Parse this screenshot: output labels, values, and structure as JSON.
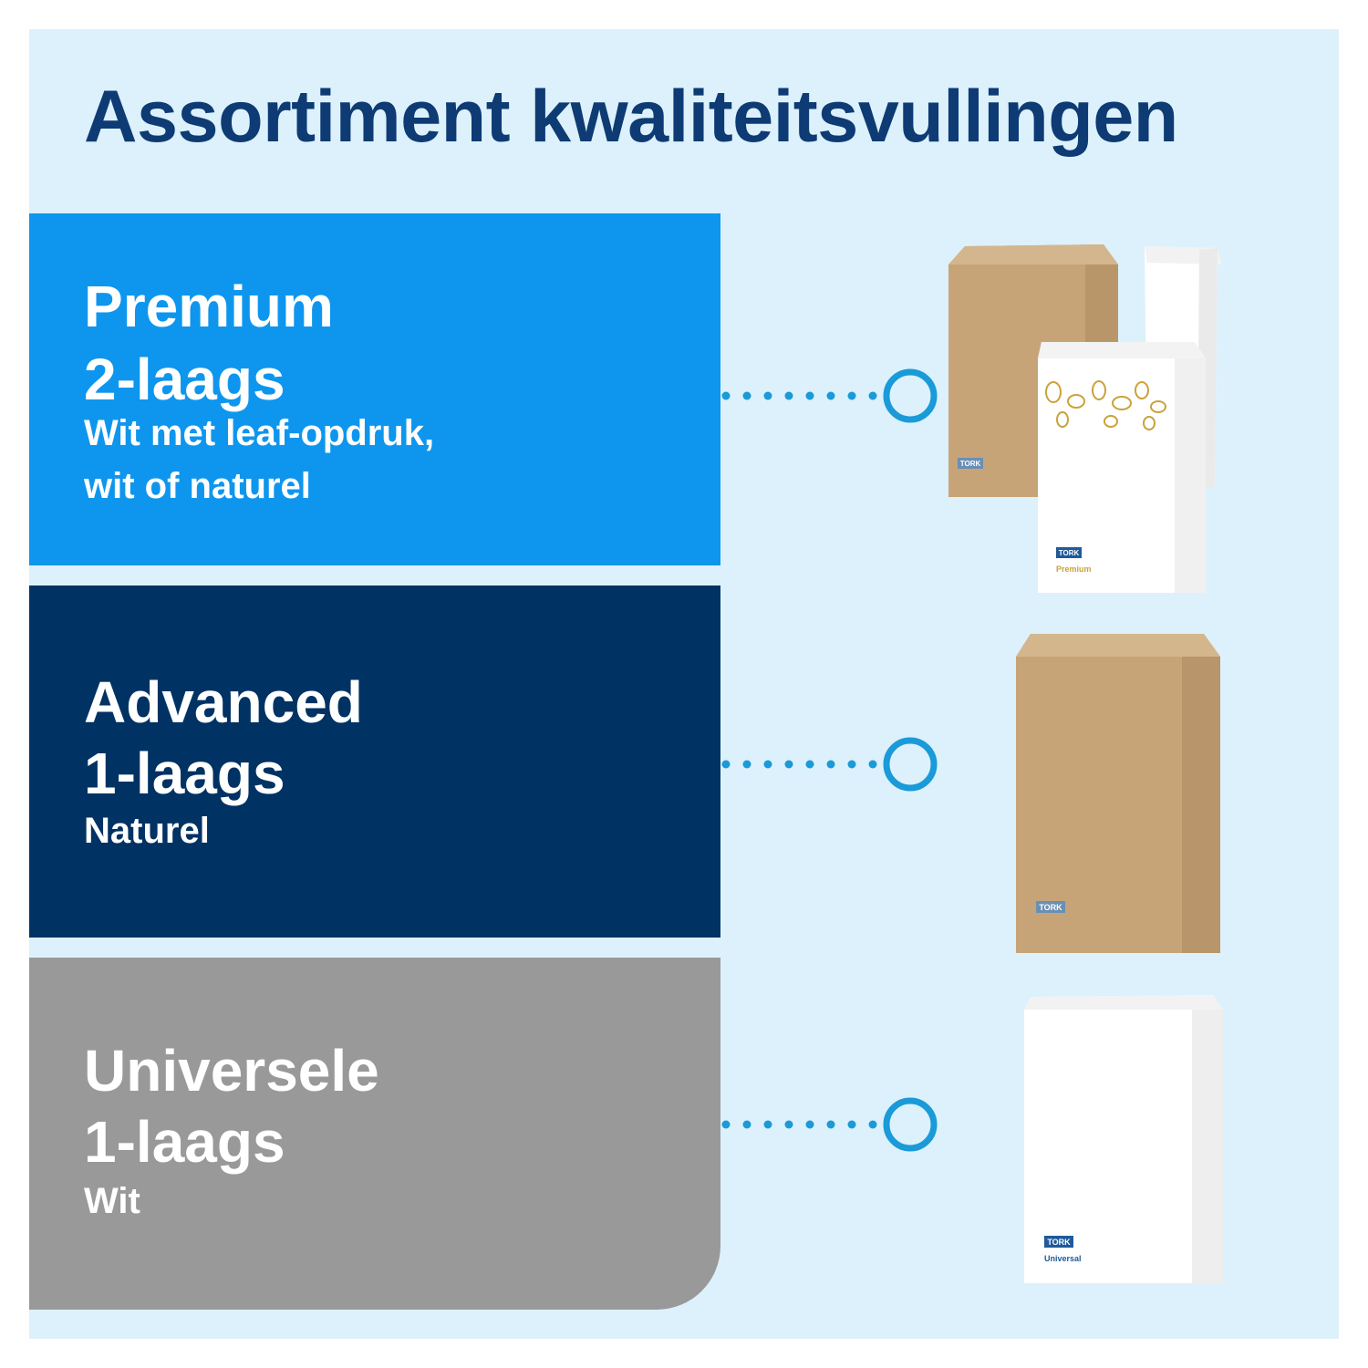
{
  "title": "Assortiment kwaliteitsvullingen",
  "colors": {
    "background": "#dcf1fb",
    "title": "#0e3b74",
    "premium": "#0e96ee",
    "advanced": "#003263",
    "universal": "#999999",
    "connector": "#1a9ad8"
  },
  "tiers": [
    {
      "name_line1": "Premium",
      "name_line2": "2-laags",
      "desc_line1": "Wit met leaf-opdruk,",
      "desc_line2": "wit of naturel"
    },
    {
      "name_line1": "Advanced",
      "name_line2": "1-laags",
      "desc_line1": "Naturel"
    },
    {
      "name_line1": "Universele",
      "name_line2": "1-laags",
      "desc_line1": "Wit"
    }
  ],
  "product_labels": {
    "brand": "TORK",
    "premium": "Premium",
    "universal": "Universal"
  },
  "icons": [
    "connector-dots",
    "connector-ring-icon",
    "napkin-pack-image"
  ]
}
